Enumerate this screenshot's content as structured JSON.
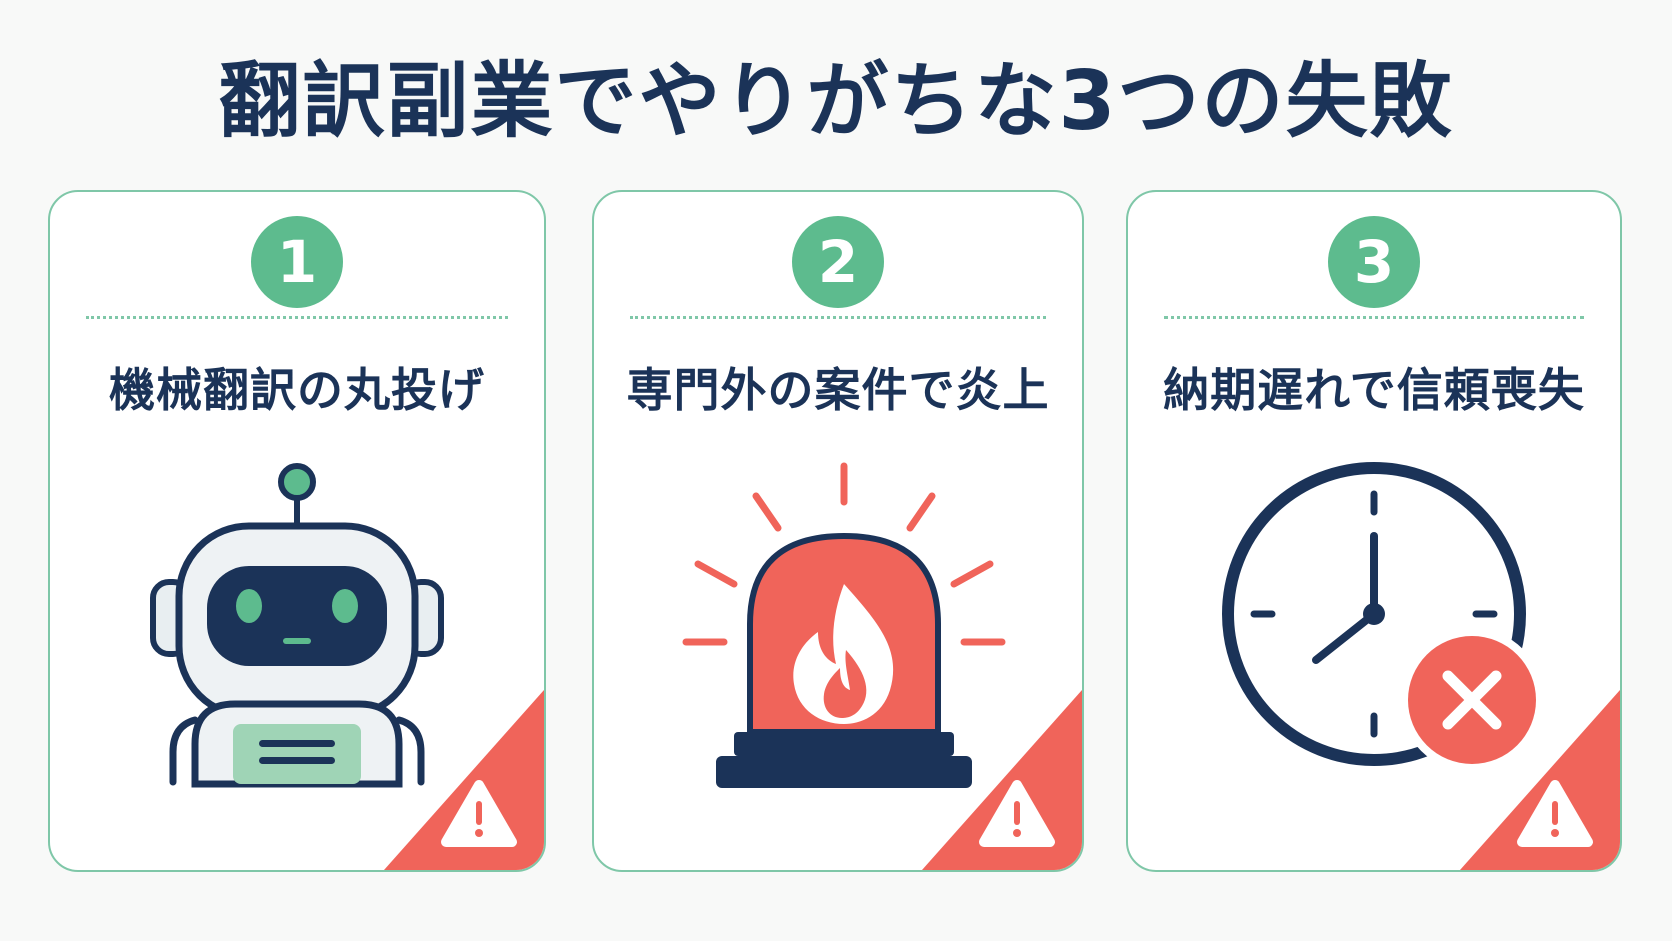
{
  "title": "翻訳副業でやりがちな3つの失敗",
  "colors": {
    "navy": "#1b3358",
    "green": "#5dbb8e",
    "green_light": "#9fd4b6",
    "border": "#7fc7a8",
    "red": "#f0645a",
    "white": "#ffffff"
  },
  "cards": [
    {
      "number": "1",
      "heading": "機械翻訳の丸投げ",
      "icon": "robot-icon"
    },
    {
      "number": "2",
      "heading": "専門外の案件で炎上",
      "icon": "siren-flame-icon"
    },
    {
      "number": "3",
      "heading": "納期遅れで信頼喪失",
      "icon": "clock-cross-icon"
    }
  ],
  "corner_icon": "warning-icon"
}
